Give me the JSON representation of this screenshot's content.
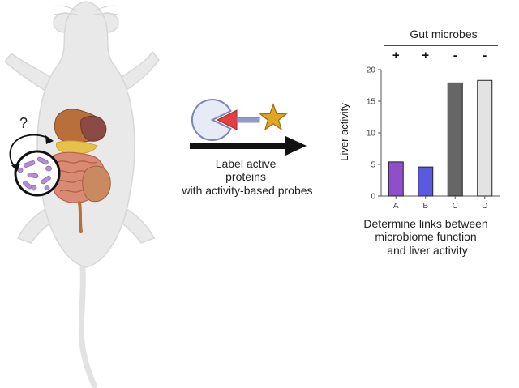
{
  "question_mark": "?",
  "probe_caption": [
    "Label active",
    "proteins",
    "with activity-based probes"
  ],
  "result_caption": [
    "Determine links between",
    "microbiome function",
    "and liver activity"
  ],
  "colors": {
    "mouse_body": "#e9e9e9",
    "mouse_outline": "#d7d7d7",
    "liver": "#b86f3a",
    "stomach": "#8c4a45",
    "intestine": "#d98a73",
    "intestine_dark": "#b85e4f",
    "bile": "#e6c24a",
    "probe_circle": "#e7ebf6",
    "probe_triangle": "#e53e3e",
    "probe_star": "#e0a526",
    "arrow": "#111111"
  },
  "chart_data": {
    "type": "bar",
    "title": "Gut microbes",
    "ylabel": "Liver activity",
    "xlabel": "",
    "categories": [
      "A",
      "B",
      "C",
      "D"
    ],
    "values": [
      5.4,
      4.6,
      17.9,
      18.3
    ],
    "treatment_marks": [
      "+",
      "+",
      "-",
      "-"
    ],
    "bar_colors": [
      "#8f4fc9",
      "#5a5ae0",
      "#666666",
      "#e3e3e3"
    ],
    "ylim": [
      0,
      20
    ],
    "yticks": [
      0,
      5,
      10,
      15,
      20
    ],
    "grid": false
  }
}
